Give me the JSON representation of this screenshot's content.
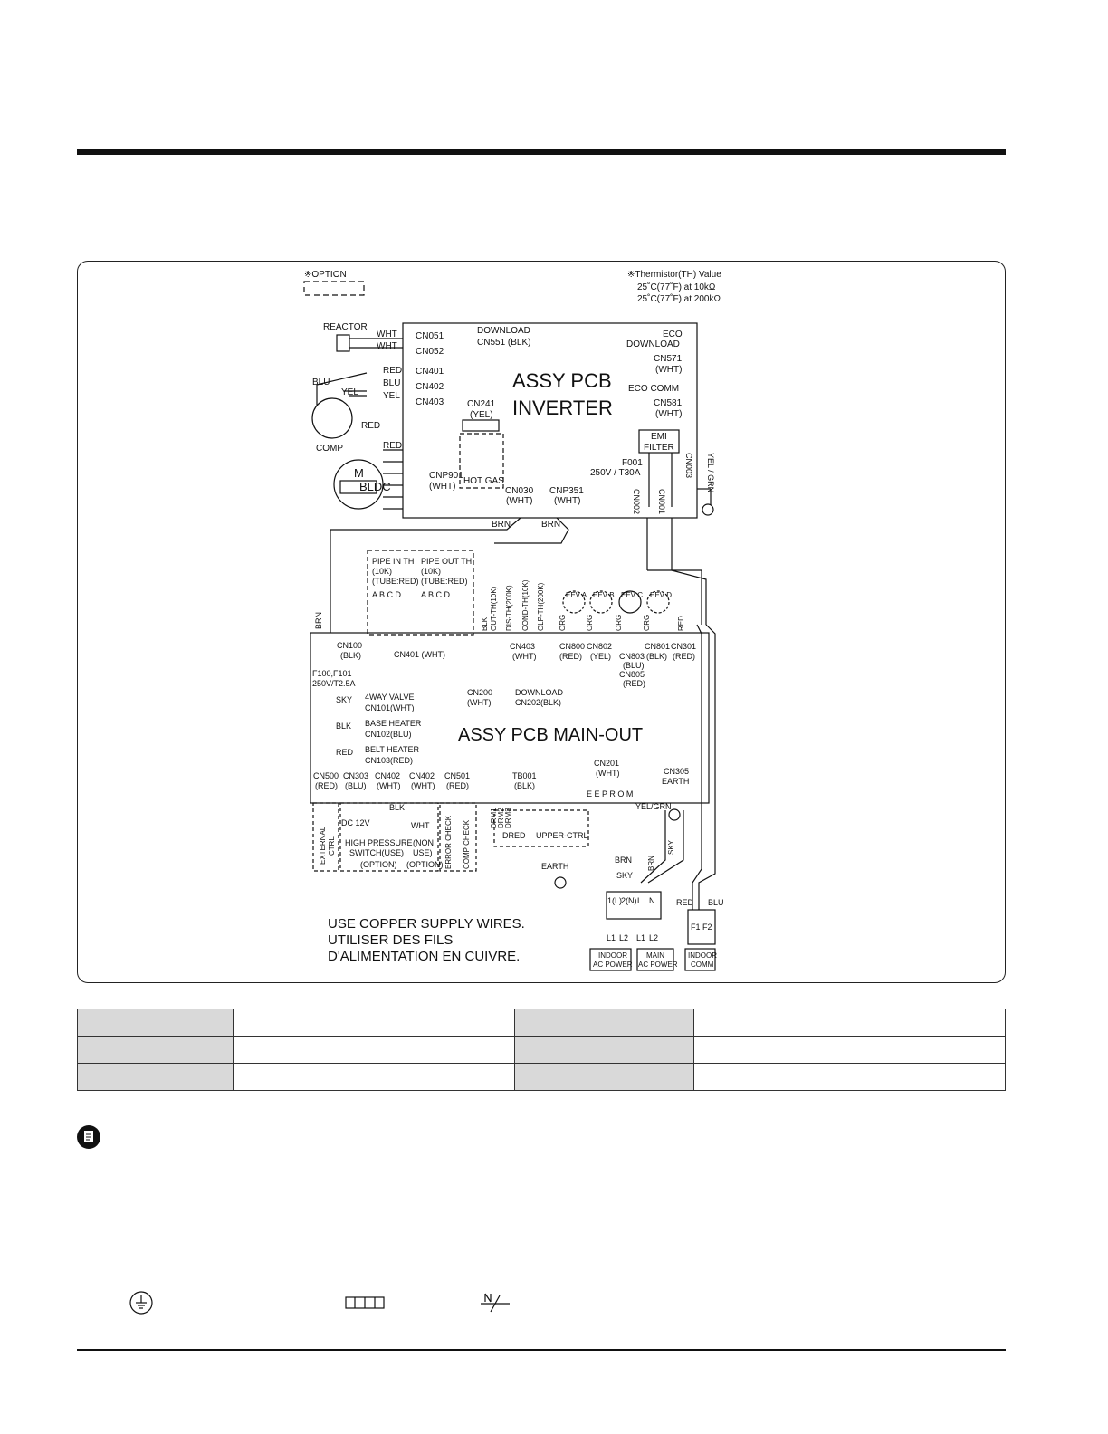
{
  "option_label": "※OPTION",
  "thermistor": {
    "title": "※Thermistor(TH) Value",
    "line1": "25˚C(77˚F) at 10kΩ",
    "line2": "25˚C(77˚F) at 200kΩ"
  },
  "inverter": {
    "title1": "ASSY PCB",
    "title2": "INVERTER",
    "reactor": "REACTOR",
    "wht": "WHT",
    "red": "RED",
    "blu": "BLU",
    "yel": "YEL",
    "comp": "COMP",
    "cn051": "CN051",
    "cn052": "CN052",
    "cn401": "CN401",
    "cn402": "CN402",
    "cn403": "CN403",
    "download": "DOWNLOAD",
    "cn551": "CN551 (BLK)",
    "eco_download1": "ECO",
    "eco_download2": "DOWNLOAD",
    "cn571": "CN571",
    "cn571_color": "(WHT)",
    "eco_comm": "ECO COMM",
    "cn581": "CN581",
    "cn581_color": "(WHT)",
    "cn241": "CN241",
    "cn241_color": "(YEL)",
    "hot_gas": "HOT GAS",
    "emi1": "EMI",
    "emi2": "FILTER",
    "f001": "F001",
    "fuse_rating": "250V / T30A",
    "motor_m": "M",
    "motor_bldc": "BLDC",
    "cnp901": "CNP901",
    "cnp901_color": "(WHT)",
    "cn030": "CN030",
    "cn030_color": "(WHT)",
    "cnp351": "CNP351",
    "cnp351_color": "(WHT)",
    "cn002": "CN002",
    "cn001": "CN001",
    "cn003": "CN003",
    "yel_grn": "YEL / GRN",
    "brn": "BRN"
  },
  "main_out": {
    "title": "ASSY PCB MAIN-OUT",
    "pipe_in": "PIPE IN TH",
    "pipe_out": "PIPE OUT TH",
    "ten_k": "(10K)",
    "tube_red": "(TUBE:RED)",
    "abcd": "A B C D",
    "cn401": "CN401 (WHT)",
    "out_th": "OUT-TH(10K)",
    "dis_th": "DIS-TH(200K)",
    "cond_th": "COND-TH(10K)",
    "olp_th": "OLP-TH(200K)",
    "blk": "BLK",
    "cn403": "CN403",
    "cn403_color": "(WHT)",
    "eev_a": "EEV A",
    "eev_b": "EEV B",
    "eev_c": "EEV C",
    "eev_d": "EEV D",
    "org": "ORG",
    "cn800": "CN800",
    "cn800_color": "(RED)",
    "cn802": "CN802",
    "cn802_color": "(YEL)",
    "cn803": "CN803",
    "cn803_color": "(BLU)",
    "cn801": "CN801",
    "cn801_color": "(BLK)",
    "cn805": "CN805",
    "cn805_color": "(RED)",
    "cn301": "CN301",
    "cn301_color": "(RED)",
    "cn100": "CN100",
    "cn100_color": "(BLK)",
    "fuse": "F100,F101",
    "fuse_rating": "250V/T2.5A",
    "cn200": "CN200",
    "cn200_color": "(WHT)",
    "download": "DOWNLOAD",
    "cn202": "CN202(BLK)",
    "valve_sky": "SKY",
    "way4": "4WAY VALVE",
    "cn101": "CN101(WHT)",
    "base_blk": "BLK",
    "base_heater": "BASE HEATER",
    "cn102": "CN102(BLU)",
    "belt_red": "RED",
    "belt_heater": "BELT HEATER",
    "cn103": "CN103(RED)",
    "cn500": "CN500",
    "cn500_color": "(RED)",
    "cn303": "CN303",
    "cn303_color": "(BLU)",
    "cn402a": "CN402",
    "cn402a_color": "(WHT)",
    "cn402b": "CN402",
    "cn402b_color": "(WHT)",
    "cn501": "CN501",
    "cn501_color": "(RED)",
    "tb001": "TB001",
    "tb001_color": "(BLK)",
    "cn201": "CN201",
    "cn201_color": "(WHT)",
    "eeprom": "E E P R O M",
    "cn305": "CN305",
    "earth": "EARTH",
    "yel_grn": "YEL/GRN",
    "external": "EXTERNAL",
    "ctrl": "CTRL",
    "dc12": "DC 12V",
    "high_pressure": "HIGH PRESSURE",
    "switch_use": "SWITCH(USE)",
    "option_a": "(OPTION)",
    "wht": "WHT",
    "non": "(NON",
    "use": "USE)",
    "option_b": "(OPTION)",
    "error_check": "ERROR CHECK",
    "comp_check": "COMP CHECK",
    "drm1": "DRM1",
    "drm2": "DRM2",
    "drm3": "DRM3",
    "dred": "DRED",
    "upper_ctrl": "UPPER-CTRL",
    "earth2": "EARTH"
  },
  "terminals": {
    "brn": "BRN",
    "sky": "SKY",
    "t1": "1(L)",
    "t2": "2(N)",
    "tl": "L",
    "tn": "N",
    "l1": "L1",
    "l2": "L2",
    "indoor_power1": "INDOOR",
    "indoor_power2": "AC POWER",
    "main_power1": "MAIN",
    "main_power2": "AC POWER",
    "red": "RED",
    "blu": "BLU",
    "f1": "F1",
    "f2": "F2",
    "indoor_comm1": "INDOOR",
    "indoor_comm2": "COMM"
  },
  "copper_notice": {
    "line1": "USE COPPER SUPPLY WIRES.",
    "line2": "UTILISER DES FILS",
    "line3": "D'ALIMENTATION EN CUIVRE."
  }
}
